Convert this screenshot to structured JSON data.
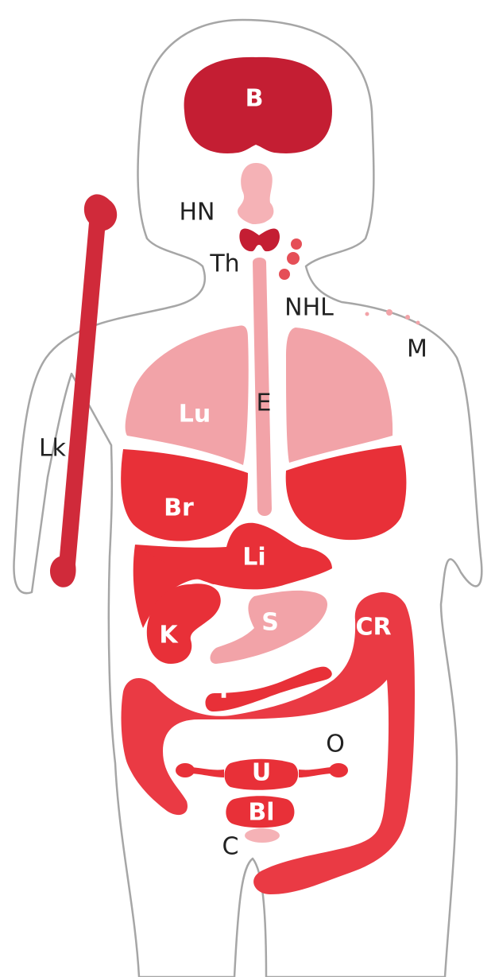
{
  "colors": {
    "outline": "#a6a6a6",
    "dark_red": "#c41e33",
    "red": "#e83038",
    "mid_red": "#ea3a44",
    "pink": "#f2a3a8",
    "light_pink": "#f5b2b6",
    "white": "#ffffff",
    "text_dark": "#222222"
  },
  "labels": {
    "brain": "B",
    "head_neck": "HN",
    "thyroid": "Th",
    "lymphoma": "NHL",
    "melanoma": "M",
    "leukemia": "Lk",
    "lung": "Lu",
    "esophagus": "E",
    "breast": "Br",
    "liver": "Li",
    "kidney": "K",
    "stomach": "S",
    "pancreas": "P",
    "colorectal": "CR",
    "uterus": "U",
    "ovary": "O",
    "bladder": "Bl",
    "cervix": "C"
  }
}
